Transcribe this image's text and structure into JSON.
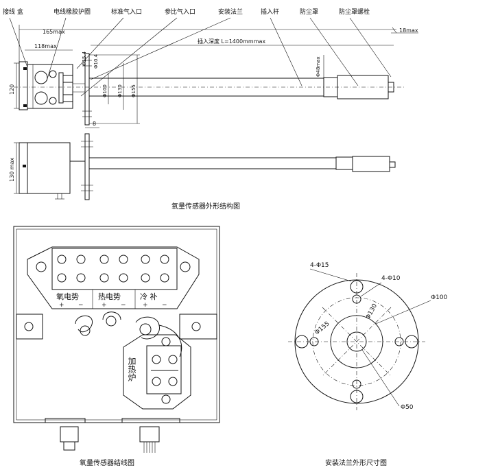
{
  "structure": {
    "callouts": [
      "接线 盒",
      "电线橡胶护圈",
      "标准气入口",
      "参比气入口",
      "安装法兰",
      "插入杆",
      "防尘罩",
      "防尘罩螺栓"
    ],
    "dims": {
      "d165": "165max",
      "d118": "118max",
      "d18": "18max",
      "depth": "插入深度 L=1400mmmax",
      "d120": "120",
      "d130max": "130 max",
      "d8": "8",
      "d15": "Φ15.4",
      "d10": "Φ10.4",
      "d100": "Φ100",
      "d130": "Φ130",
      "d155": "Φ155",
      "d48": "Φ48max"
    },
    "caption": "氧量传感器外形结构图"
  },
  "wiring": {
    "groups": [
      "氧电势",
      "热电势",
      "冷 补"
    ],
    "signs": [
      "+",
      "−",
      "+",
      "−",
      "+",
      "−"
    ],
    "heater": "加热炉",
    "caption": "氧量传感器结线图"
  },
  "flange": {
    "labels": {
      "holes15": "4-Φ15",
      "holes10": "4-Φ10",
      "d100": "Φ100",
      "d130": "Φ130",
      "d155": "Φ155",
      "d50": "Φ50"
    },
    "caption": "安装法兰外形尺寸图"
  }
}
